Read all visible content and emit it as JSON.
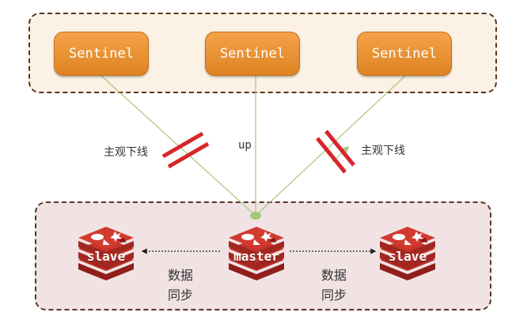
{
  "sentinels": [
    {
      "label": "Sentinel"
    },
    {
      "label": "Sentinel"
    },
    {
      "label": "Sentinel"
    }
  ],
  "status_labels": {
    "left": "主观下线",
    "middle": "up",
    "right": "主观下线"
  },
  "nodes": {
    "slave_left": "slave",
    "master": "master",
    "slave_right": "slave"
  },
  "sync": {
    "left": {
      "line1": "数据",
      "line2": "同步"
    },
    "right": {
      "line1": "数据",
      "line2": "同步"
    }
  },
  "colors": {
    "sentinel_fill": "#e68f2f",
    "sentinel_group_bg": "#fbf1e5",
    "redis_group_bg": "#f1e3e4",
    "redis_red": "#c8332b",
    "link_green": "#a4c77a",
    "cut_mark_red": "#d7262b"
  },
  "icons": {
    "redis_node": "redis-logo-icon",
    "cut_mark": "double-slash-cut-icon"
  }
}
